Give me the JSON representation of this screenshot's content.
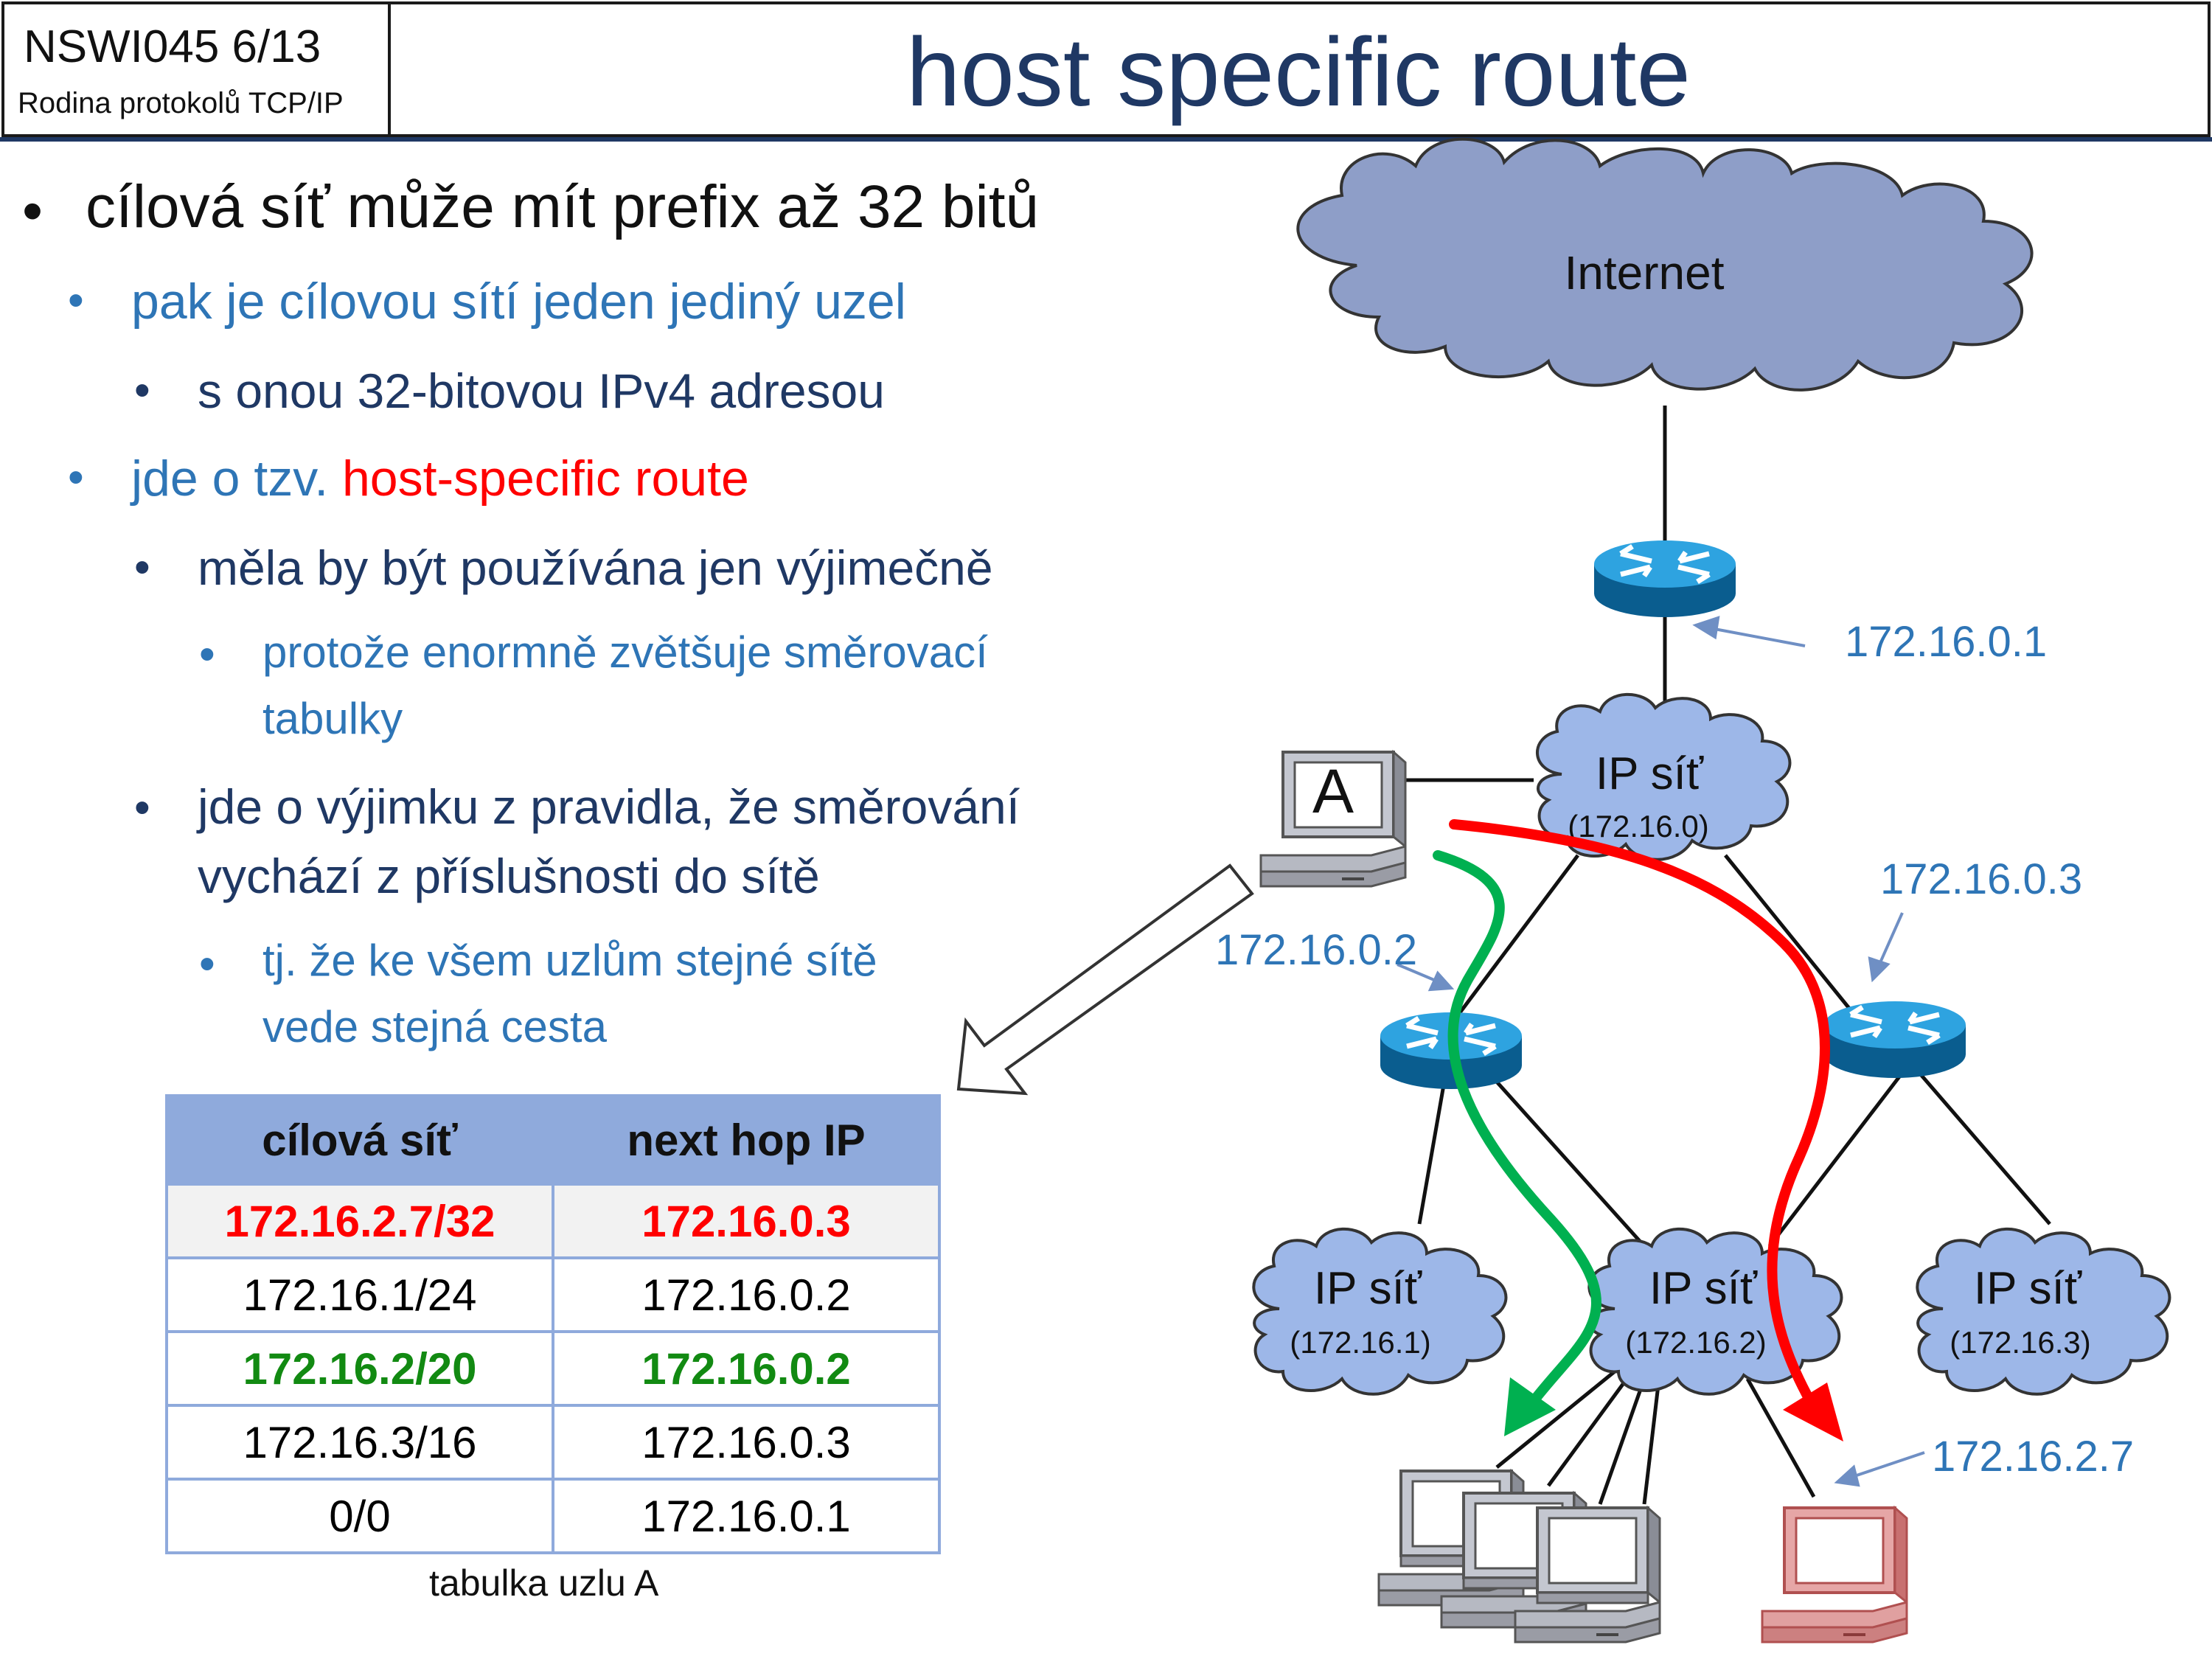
{
  "header": {
    "course": "NSWI045   6/13",
    "subtitle": "Rodina protokolů TCP/IP",
    "title": "host specific route"
  },
  "bullets": {
    "b1": "cílová síť může mít prefix až 32 bitů",
    "b2": "pak je cílovou sítí jeden jediný uzel",
    "b3": "s onou 32-bitovou IPv4 adresou",
    "b4_prefix": "jde o tzv. ",
    "b4_red": "host-specific route",
    "b5": "měla by být používána jen výjimečně",
    "b6_line1": "protože enormně zvětšuje směrovací",
    "b6_line2": "tabulky",
    "b7_line1": "jde o výjimku z pravidla, že směrování",
    "b7_line2": "vychází z příslušnosti do sítě",
    "b8_line1": "tj. že ke všem uzlům stejné sítě",
    "b8_line2": "vede stejná cesta"
  },
  "table": {
    "headers": [
      "cílová síť",
      "next hop IP"
    ],
    "rows": [
      {
        "dest": "172.16.2.7/32",
        "hop": "172.16.0.3"
      },
      {
        "dest": "172.16.1/24",
        "hop": "172.16.0.2"
      },
      {
        "dest": "172.16.2/20",
        "hop": "172.16.0.2"
      },
      {
        "dest": "172.16.3/16",
        "hop": "172.16.0.3"
      },
      {
        "dest": "0/0",
        "hop": "172.16.0.1"
      }
    ],
    "caption": "tabulka uzlu A"
  },
  "diagram": {
    "internet": "Internet",
    "router_top_ip": "172.16.0.1",
    "router_left_ip": "172.16.0.2",
    "router_right_ip": "172.16.0.3",
    "host_a": "A",
    "target_ip": "172.16.2.7",
    "net0": {
      "name": "IP síť",
      "addr": "(172.16.0)"
    },
    "net1": {
      "name": "IP síť",
      "addr": "(172.16.1)"
    },
    "net2": {
      "name": "IP síť",
      "addr": "(172.16.2)"
    },
    "net3": {
      "name": "IP síť",
      "addr": "(172.16.3)"
    }
  },
  "colors": {
    "title": "#1f3864",
    "accent_blue": "#2e75b6",
    "red_route": "#ff0000",
    "green_route": "#00b050",
    "cloud_internet": "#8e9ec8",
    "cloud_net": "#9db7e8",
    "table_header": "#8faadc"
  }
}
